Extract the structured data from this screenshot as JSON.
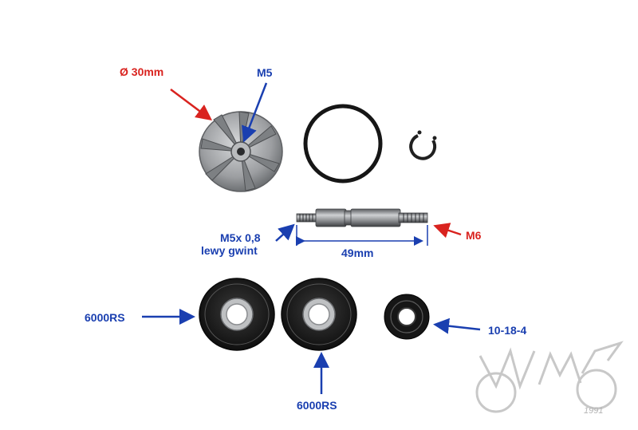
{
  "labels": {
    "impeller_diameter": "Ø 30mm",
    "impeller_thread": "M5",
    "shaft_thread_left_line1": "M5x 0,8",
    "shaft_thread_left_line2": "lewy gwint",
    "shaft_thread_right": "M6",
    "shaft_length": "49mm",
    "bearing_left": "6000RS",
    "bearing_right": "6000RS",
    "oil_seal": "10-18-4"
  },
  "logo": {
    "text": "WMS",
    "year": "1991"
  },
  "colors": {
    "red_annotation": "#d9231f",
    "blue_annotation": "#1a3fb0",
    "metal": "#a7a9ab",
    "rubber": "#1b1b1b",
    "logo_gray": "#c8c8c8"
  }
}
